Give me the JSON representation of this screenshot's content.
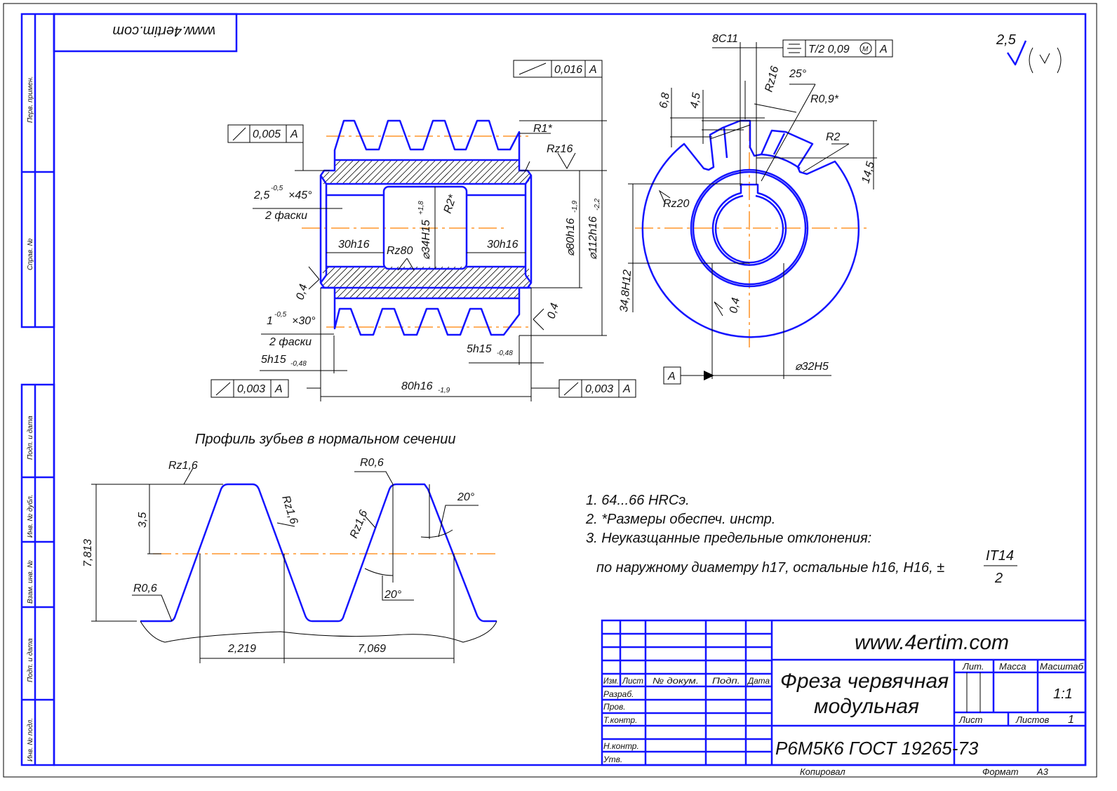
{
  "colors": {
    "outline": "#1414ff",
    "axis": "#ff8000",
    "text": "#111111"
  },
  "side_strip": {
    "upper": [
      "Перв. примен.",
      "Справ. №"
    ],
    "lower": [
      "Подп. и дата",
      "Инв. № дубл.",
      "Взам. инв. №",
      "Подп. и дата",
      "Инв. № подл."
    ]
  },
  "corner_stamp": "www.4ertim.com",
  "roughness": {
    "value": "2,5"
  },
  "main_view": {
    "tol_top": {
      "value": "0,016",
      "datum": "A"
    },
    "tol_left": {
      "value": "0,005",
      "datum": "A"
    },
    "tol_bottom_left": {
      "value": "0,003",
      "datum": "A"
    },
    "tol_bottom_right": {
      "value": "0,003",
      "datum": "A"
    },
    "r1": "R1*",
    "rz16": "Rz16",
    "chamfer1": "2,5",
    "chamfer1_tol": "-0,5",
    "chamfer1_angle": "×45°",
    "chamfer1_count": "2 фаски",
    "len_left": "30h16",
    "rz80": "Rz80",
    "bore": "⌀34H15",
    "bore_tol": "+1,8",
    "r2": "R2*",
    "len_right": "30h16",
    "dia80": "⌀80h16",
    "dia80_tol": "-1,9",
    "dia112": "⌀112h16",
    "dia112_tol": "-2,2",
    "rough_left": "0,4",
    "chamfer2": "1",
    "chamfer2_tol": "-0,5",
    "chamfer2_angle": "×30°",
    "chamfer2_count": "2 фаски",
    "collar_left": "5h15",
    "collar_left_tol": "-0,48",
    "rough_right": "0,4",
    "collar_right": "5h15",
    "collar_right_tol": "-0,48",
    "length": "80h16",
    "length_tol": "-1,9"
  },
  "side_view": {
    "key_width": "8C11",
    "sym_tol": {
      "value": "T/2 0,09",
      "modifier": "M",
      "datum": "A"
    },
    "rz16": "Rz16",
    "angle": "25°",
    "r09": "R0,9*",
    "h68": "6,8",
    "h45": "4,5",
    "r2": "R2",
    "h145": "14,5",
    "rz20": "Rz20",
    "key_depth": "34,8H12",
    "rough": "0,4",
    "bore": "⌀32H5",
    "datum": "A"
  },
  "profile": {
    "title": "Профиль зубьев в нормальном сечении",
    "rz_top": "Rz1,6",
    "h35": "3,5",
    "h7813": "7,813",
    "rz_flank1": "Rz1,6",
    "r06_top": "R0,6",
    "rz_flank2": "Rz1,6",
    "angle_right": "20°",
    "angle_mid": "20°",
    "r06_bottom": "R0,6",
    "s2219": "2,219",
    "s7069": "7,069"
  },
  "notes": [
    "1. 64...66 HRCэ.",
    "2.  *Размеры обеспеч. инстр.",
    "3. Неуказщанные предельные отклонения:",
    "по наружному диаметру h17, остальные h16, H16, ±"
  ],
  "notes_fraction": {
    "num": "IT14",
    "den": "2"
  },
  "title_block": {
    "site": "www.4ertim.com",
    "headers": [
      "Изм.",
      "Лист",
      "№ докум.",
      "Подп.",
      "Дата"
    ],
    "roles": [
      "Разраб.",
      "Пров.",
      "Т.контр.",
      "Н.контр.",
      "Утв."
    ],
    "title_line1": "Фреза червячная",
    "title_line2": "модульная",
    "material": "Р6М5К6 ГОСТ 19265-73",
    "lit_label": "Лит.",
    "mass_label": "Масса",
    "scale_label": "Масштаб",
    "scale_value": "1:1",
    "sheet_label": "Лист",
    "sheets_label": "Листов",
    "sheets_value": "1",
    "copied": "Копировал",
    "format_label": "Формат",
    "format_value": "А3"
  }
}
